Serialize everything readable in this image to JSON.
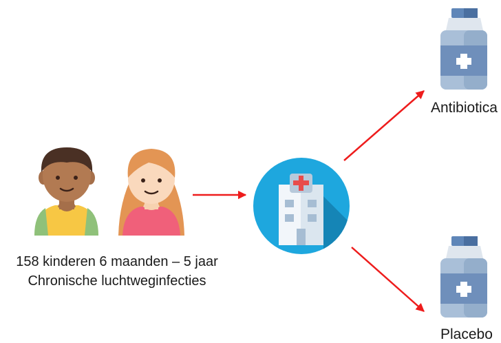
{
  "caption": {
    "line1": "158 kinderen 6 maanden – 5 jaar",
    "line2": "Chronische luchtweginfecties"
  },
  "branches": {
    "top_label": "Antibiotica",
    "bottom_label": "Placebo"
  },
  "icons": {
    "children": [
      "boy-icon",
      "girl-icon"
    ],
    "center": "hospital-icon",
    "medicine": "medicine-bottle-icon"
  },
  "colors": {
    "arrow": "#ee1c1c",
    "hospital_circle": "#1ea7de",
    "bottle_body": "#a9bfd8",
    "bottle_cap": "#5f86b8"
  }
}
